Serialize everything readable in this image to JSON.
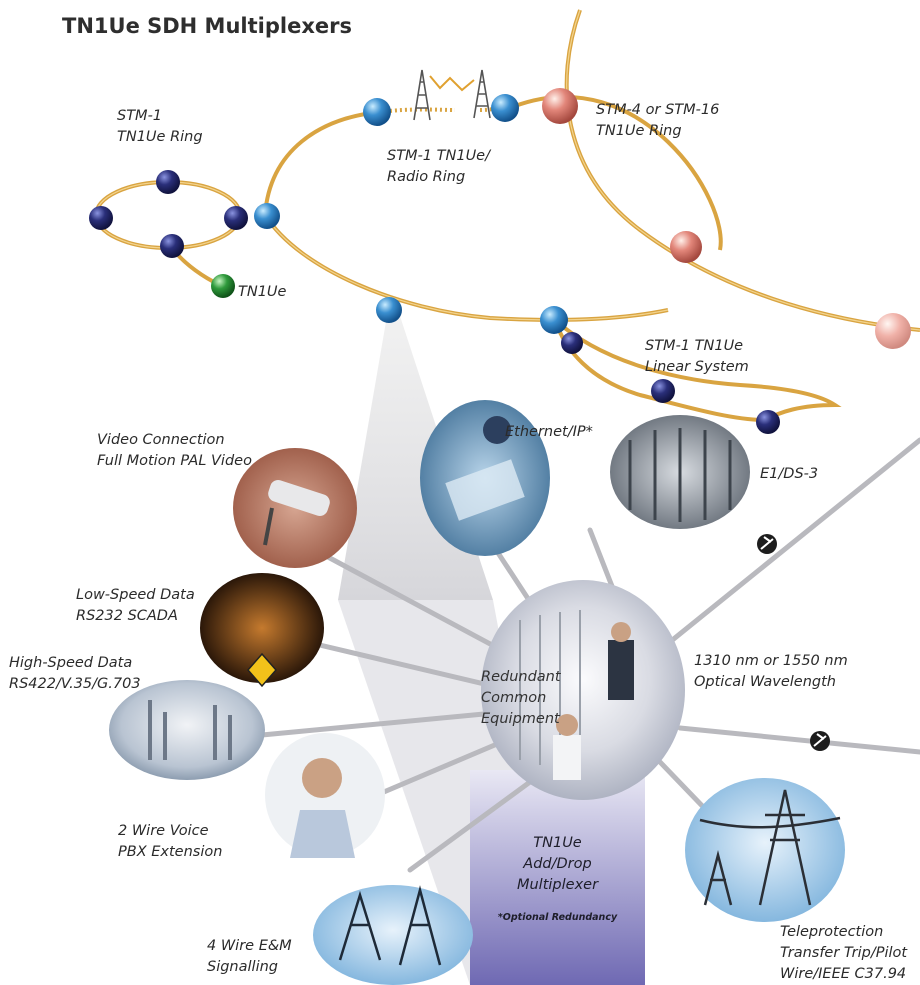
{
  "title": "TN1Ue SDH Multiplexers",
  "labels": {
    "stm1_ring_line1": "STM-1",
    "stm1_ring_line2": "TN1Ue Ring",
    "radio_ring_line1": "STM-1 TN1Ue/",
    "radio_ring_line2": "Radio Ring",
    "stm4_ring_line1": "STM-4 or STM-16",
    "stm4_ring_line2": "TN1Ue Ring",
    "tn1ue_node": "TN1Ue",
    "linear_line1": "STM-1 TN1Ue",
    "linear_line2": "Linear System",
    "ethernet": "Ethernet/IP*",
    "e1ds3": "E1/DS-3",
    "video_line1": "Video Connection",
    "video_line2": "Full Motion PAL Video",
    "lowspeed_line1": "Low-Speed Data",
    "lowspeed_line2": "RS232 SCADA",
    "highspeed_line1": "High-Speed Data",
    "highspeed_line2": "RS422/V.35/G.703",
    "redundant_line1": "Redundant",
    "redundant_line2": "Common",
    "redundant_line3": "Equipment",
    "optical_line1": "1310 nm or 1550 nm",
    "optical_line2": "Optical Wavelength",
    "voice_line1": "2 Wire Voice",
    "voice_line2": "PBX Extension",
    "em_line1": "4 Wire E&M",
    "em_line2": "Signalling",
    "mux_line1": "TN1Ue",
    "mux_line2": "Add/Drop",
    "mux_line3": "Multiplexer",
    "optional": "*Optional Redundancy",
    "telep_line1": "Teleprotection",
    "telep_line2": "Transfer Trip/Pilot",
    "telep_line3": "Wire/IEEE C37.94"
  },
  "colors": {
    "fiber": "#d9a441",
    "node_navy": "#2a2f7a",
    "node_blue": "#3a8fd0",
    "node_green": "#2f9a3c",
    "node_pink": "#e2867a",
    "mux_panel": "#6f69b3"
  }
}
